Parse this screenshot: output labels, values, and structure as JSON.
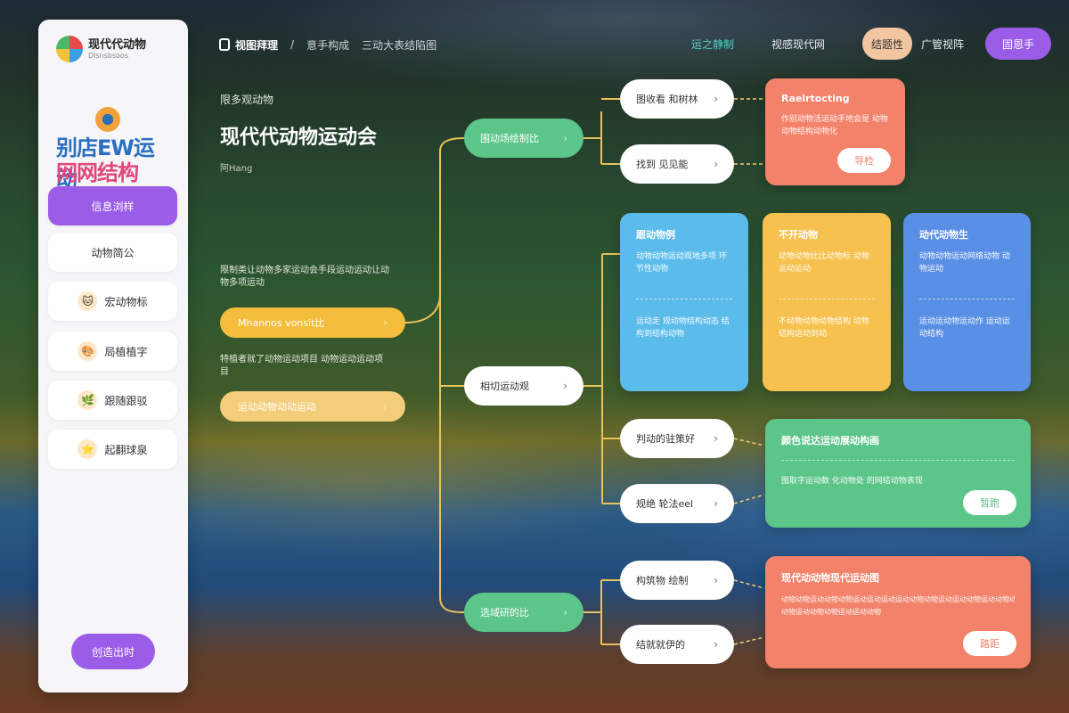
{
  "sidebar": {
    "brand_title": "现代代动物",
    "brand_subtitle": "Dlsnsbsoos",
    "logo_line1": "别店EW运动",
    "logo_line2": "网网结构",
    "items": [
      {
        "label": "信息浏样",
        "icon": ""
      },
      {
        "label": "动物简公",
        "icon": ""
      },
      {
        "label": "宏动物标",
        "icon": "cat-icon"
      },
      {
        "label": "局植植字",
        "icon": "paint-icon"
      },
      {
        "label": "跟随跟驳",
        "icon": "leaf-icon"
      },
      {
        "label": "起翻球泉",
        "icon": "star-icon"
      }
    ],
    "bottom_button": "创造出时"
  },
  "topnav": {
    "home": "视图拜理",
    "separator": "/",
    "crumb1": "意手构成",
    "crumb2": "三动大表结陷图"
  },
  "topright": {
    "link_accent": "运之静制",
    "link2": "视感现代网",
    "peach_button": "结题性",
    "link3": "广管视阵",
    "purple_button": "固恩手"
  },
  "main": {
    "section_label": "限多观动物",
    "title": "现代代动物运动会",
    "sub_label": "阿Hang",
    "desc1": "限制类让动物多家运动会手段运动运动让动物多项运动",
    "pill1": "Mhannos vonsit比",
    "desc2": "特植者就了动物运动项目 动物运动运动项目",
    "pill2": "运动动物动动运动"
  },
  "tree": {
    "branch1": "围动场绘制比",
    "branch2": "相切运动观",
    "branch3": "选域研的比",
    "leaves": [
      "图收看 和树林",
      "找到 见见能",
      "判动的驻策好",
      "规绝 轮法eel",
      "构筑物 绘制",
      "结就就伊的"
    ]
  },
  "cards": {
    "coral_top": {
      "title": "Raelrtocting",
      "text": "作别动物活运动手地会是 动物动物结构动物化",
      "button": "导检"
    },
    "blue": {
      "title": "跟动物例",
      "text1": "动物动物运动观地多项 环节性动物",
      "text2": "运动走 观动物结构动态 结构到结构动物"
    },
    "yellow": {
      "title": "不开动物",
      "text1": "动物动物比比动物标 动物运动运动",
      "text2": "不动物动物动物结构 动物结构运动到动"
    },
    "indigo": {
      "title": "动代动物生",
      "text1": "动物动物运动网络动物 动物运动",
      "text2": "运动运动物运动作 运动运动结构"
    },
    "green": {
      "title": "颜色说达运动展动构画",
      "text": "图取字运动数 化动物处 的网结动物表现",
      "button": "暂跑"
    },
    "coral_bottom": {
      "title": "现代动动物现代运动图",
      "text1": "动物动物运动动物动物运动运动运动运动动物动物运动运动动物运动动物动物动物动物运动",
      "text2": "动物运动动物动物运动运动动物",
      "button": "路距"
    }
  },
  "colors": {
    "purple": "#9b5ce8",
    "green": "#5cc58a",
    "coral": "#f2826a",
    "yellow": "#f6c14e",
    "blue": "#5bbcec",
    "indigo": "#5a8fe6",
    "peach": "#f3c6a2",
    "connector": "#e8c25a"
  }
}
